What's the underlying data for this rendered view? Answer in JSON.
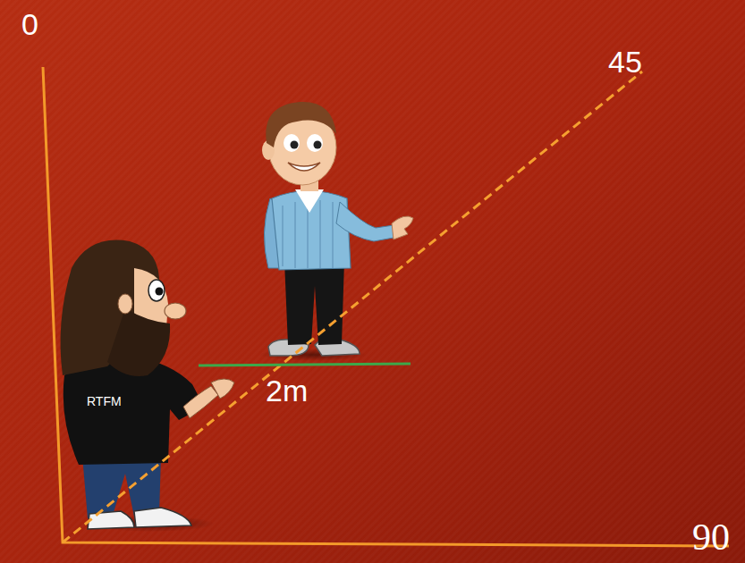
{
  "diagram": {
    "labels": [
      "0",
      "45",
      "2m",
      "RTFM",
      "90"
    ]
  }
}
